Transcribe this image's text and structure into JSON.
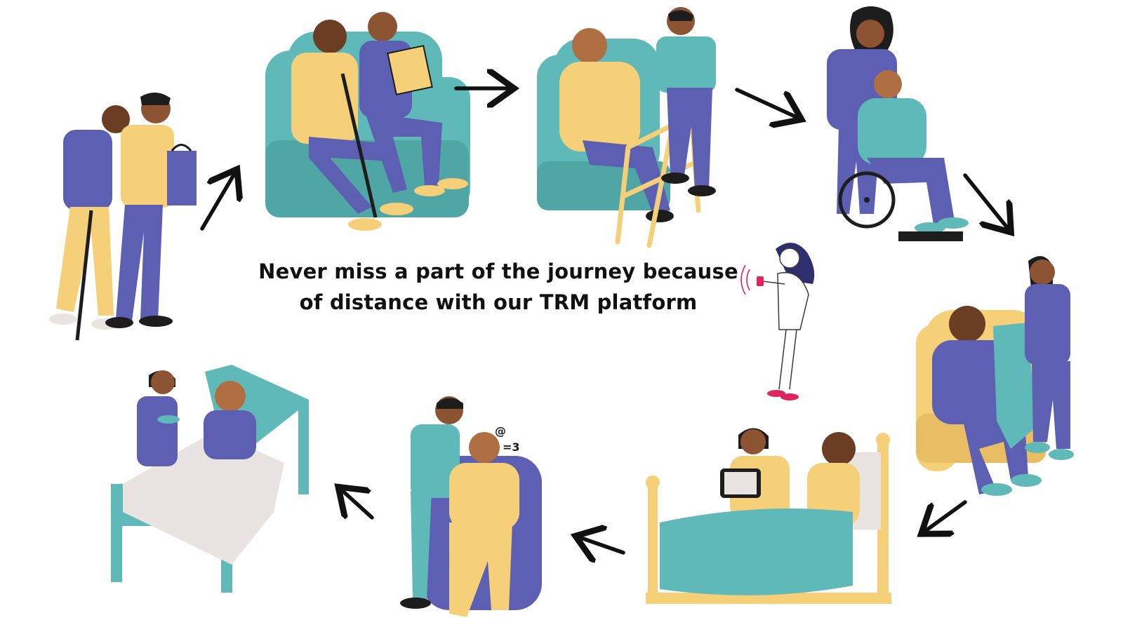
{
  "caption": {
    "line1": "Never miss a part of the journey because",
    "line2": "of distance with  our TRM platform"
  },
  "palette": {
    "teal": "#5fb9b8",
    "navy": "#5d5fb2",
    "yellow": "#f6cf79",
    "skin_dark": "#6b3d22",
    "skin_mid": "#a0603a",
    "cream": "#e9e4e1",
    "dark": "#1d1d1d",
    "pink": "#e0245e"
  },
  "scenes": [
    {
      "id": "walking-with-cane",
      "icon": "walking-elder-icon"
    },
    {
      "id": "reading-on-sofa",
      "icon": "sofa-reading-icon"
    },
    {
      "id": "walker-support",
      "icon": "walker-icon"
    },
    {
      "id": "wheelchair-push",
      "icon": "wheelchair-icon"
    },
    {
      "id": "blanket-in-armchair",
      "icon": "armchair-blanket-icon"
    },
    {
      "id": "video-call-in-bed",
      "icon": "video-call-icon"
    },
    {
      "id": "comforting-distressed",
      "icon": "comfort-icon"
    },
    {
      "id": "hospital-bed-meal",
      "icon": "hospital-bed-icon"
    }
  ]
}
